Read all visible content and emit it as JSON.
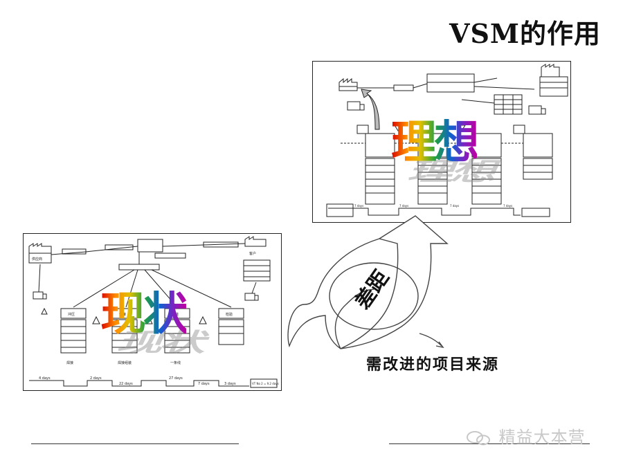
{
  "slide": {
    "title": "VSM的作用"
  },
  "future_state": {
    "overlay_word": "理想",
    "map_labels": [
      "7 days",
      "7 days",
      "7 days",
      "7 days"
    ]
  },
  "current_state": {
    "overlay_word": "现状",
    "supplier": "供应商",
    "customer": "客户",
    "processes": [
      "冲压",
      "焊接",
      "组装",
      "检验"
    ],
    "bottom_labels": [
      "焊接",
      "焊接组装",
      "一条线"
    ],
    "timeline": [
      "4 days",
      "2 days",
      "22 days",
      "27 days",
      "7 days",
      "3 days"
    ],
    "lead_time": "VT No 2 = 9.2 days"
  },
  "gap": {
    "label": "差距",
    "arrow_label": "需改进的项目来源"
  },
  "watermark": {
    "text": "精益大本营"
  },
  "colors": {
    "ink": "#111111",
    "arrow_gray": "#666666"
  }
}
